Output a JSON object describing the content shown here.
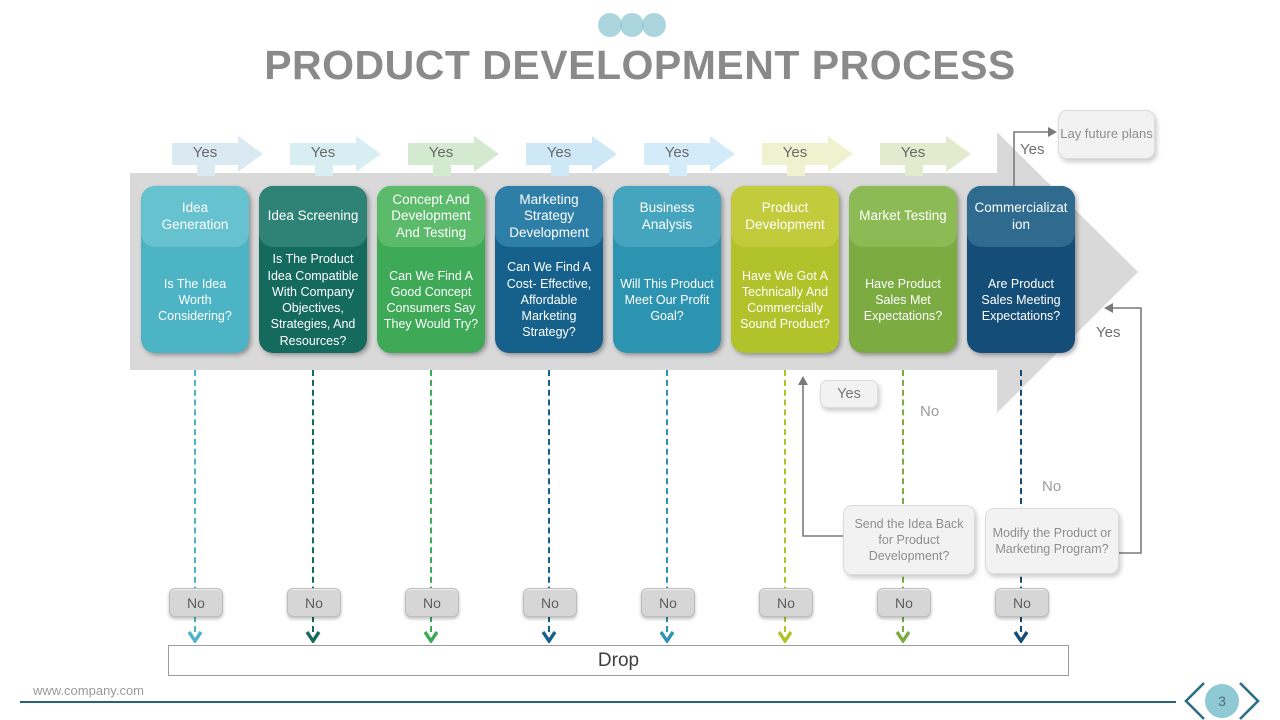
{
  "slide": {
    "title": "PRODUCT DEVELOPMENT PROCESS",
    "footer_url": "www.company.com",
    "page_number": "3"
  },
  "labels": {
    "yes": "Yes",
    "no": "No",
    "drop": "Drop"
  },
  "process": {
    "stages": [
      {
        "title": "Idea Generation",
        "question": "Is The Idea Worth Considering?",
        "header_color": "#66C2CF",
        "body_color": "#4CB4C4"
      },
      {
        "title": "Idea Screening",
        "question": "Is The Product Idea Compatible With Company Objectives, Strategies, And Resources?",
        "header_color": "#2F8376",
        "body_color": "#156A5E"
      },
      {
        "title": "Concept And Development And Testing",
        "question": "Can We Find A Good Concept Consumers Say They Would Try?",
        "header_color": "#5BBB6B",
        "body_color": "#3EA956"
      },
      {
        "title": "Marketing Strategy Development",
        "question": "Can We Find A Cost- Effective, Affordable Marketing Strategy?",
        "header_color": "#2E7FA8",
        "body_color": "#15618C"
      },
      {
        "title": "Business Analysis",
        "question": "Will This Product Meet Our Profit Goal?",
        "header_color": "#46A5BE",
        "body_color": "#2C94B1"
      },
      {
        "title": "Product Development",
        "question": "Have We Got A Technically And Commercially Sound Product?",
        "header_color": "#C2CB3B",
        "body_color": "#B1C22A"
      },
      {
        "title": "Market Testing",
        "question": "Have Product Sales Met Expectations?",
        "header_color": "#8CBA55",
        "body_color": "#7BAB41"
      },
      {
        "title": "Commercialization",
        "question": "Are Product Sales Meeting Expectations?",
        "header_color": "#2E6B8F",
        "body_color": "#144E78"
      }
    ],
    "yes_arrow_colors": [
      "#DBE9F2",
      "#D7EEF2",
      "#D4EAD0",
      "#CFE8F7",
      "#D4ECF9",
      "#EEF2CE",
      "#E3EACE"
    ]
  },
  "annotations": {
    "lay_future_plans": "Lay future plans",
    "send_back": "Send the Idea Back for Product Development?",
    "modify": "Modify the Product or Marketing Program?"
  },
  "theme": {
    "band_color": "#D9D9D9",
    "connector_color": "#7A7A7A",
    "footer_line_color": "#2A607A",
    "pager_circle_color": "#8FC9D3",
    "pager_chevron_color": "#2C6E86",
    "title_color": "#8A8A8A",
    "dots_color": "#8AC6D3"
  }
}
